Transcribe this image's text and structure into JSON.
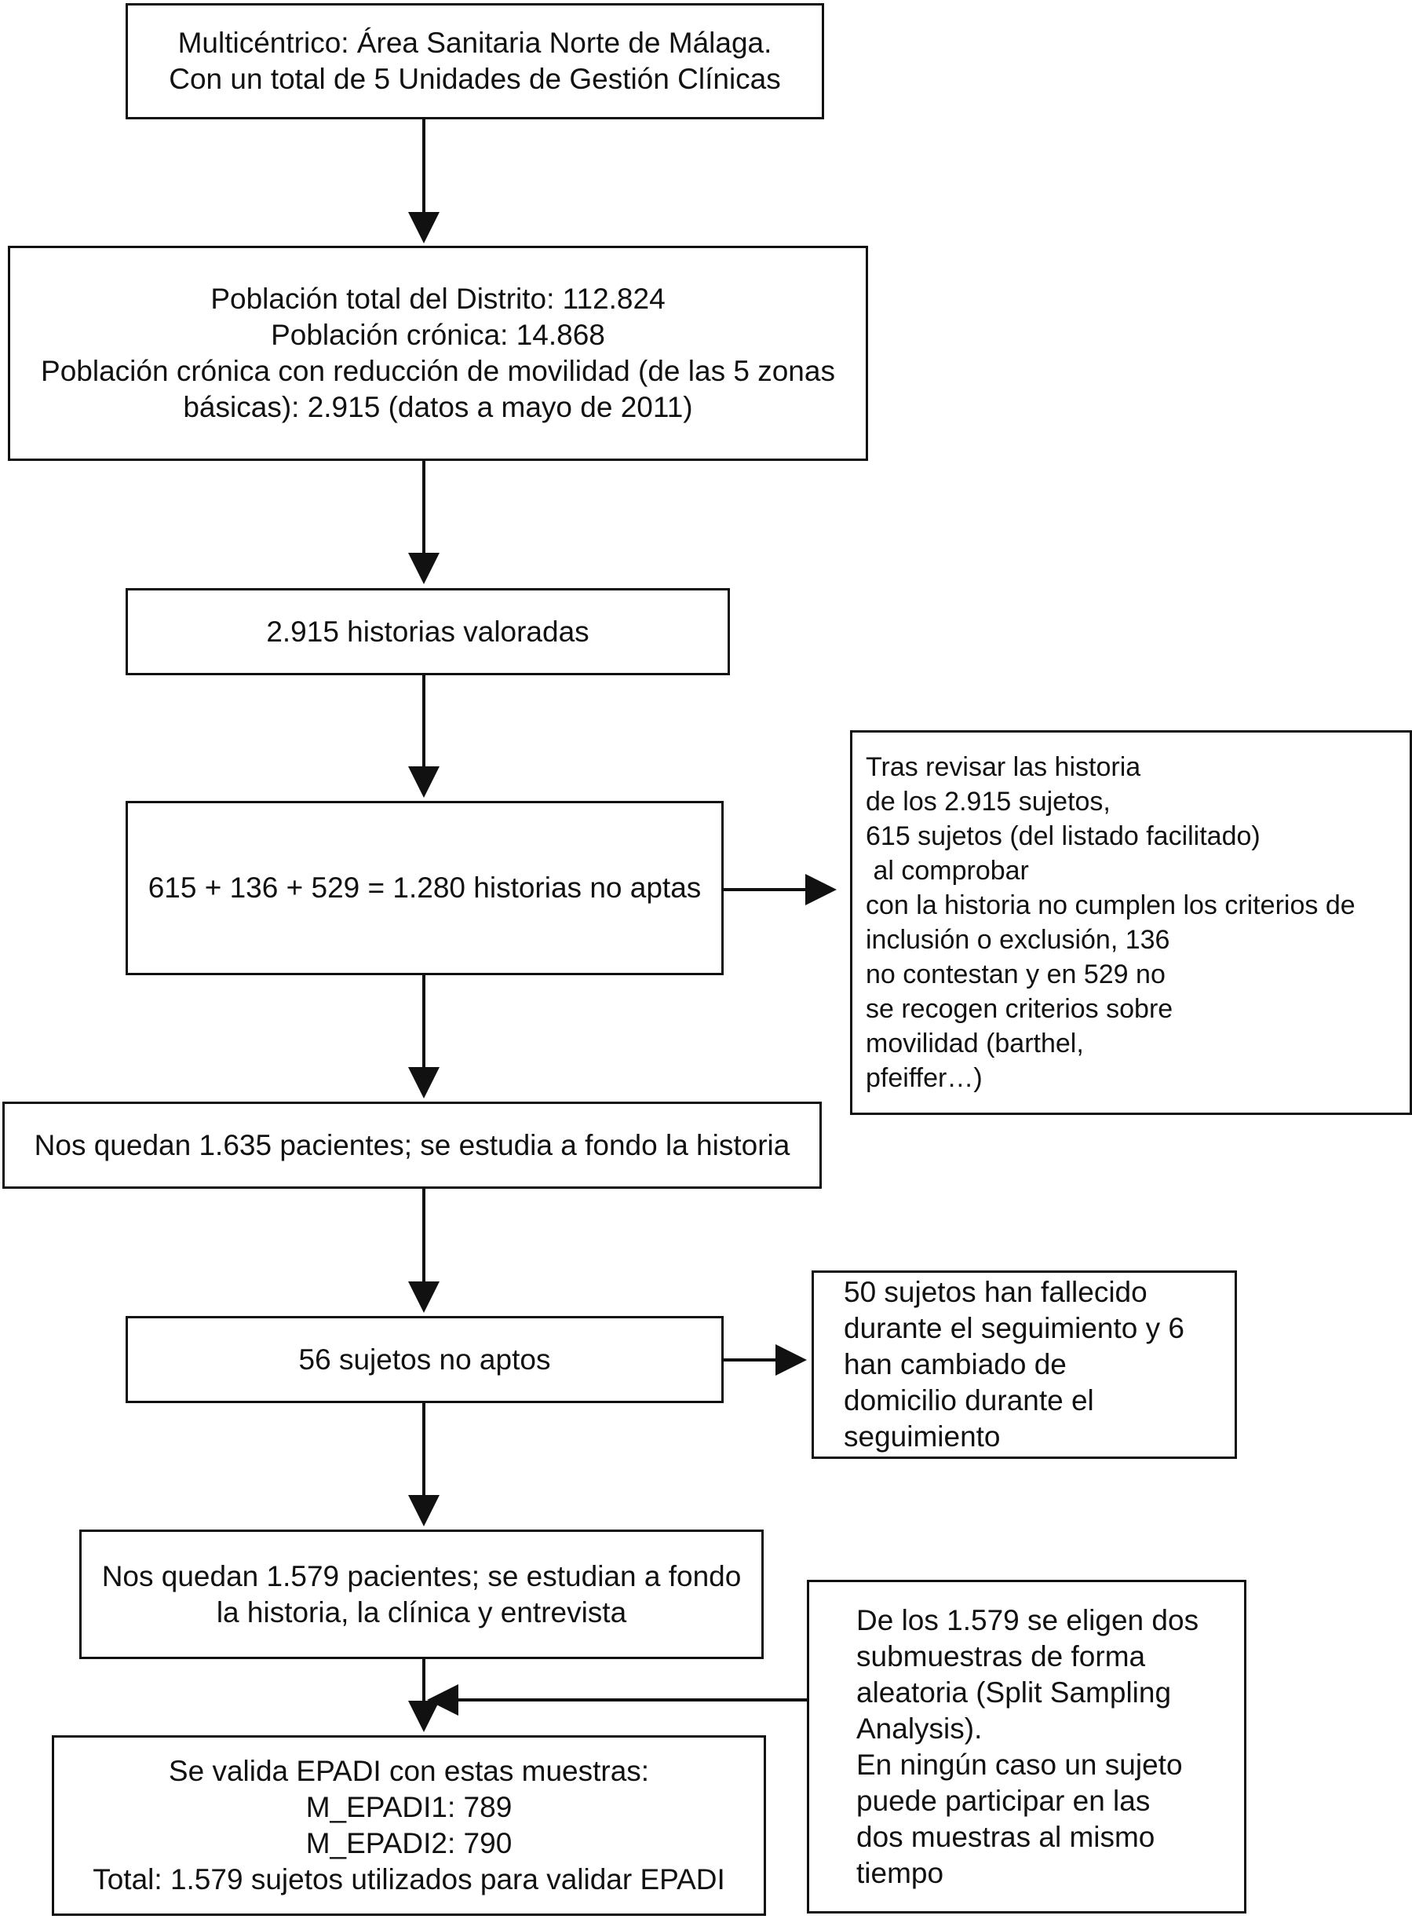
{
  "boxes": {
    "b1": [
      "Multicéntrico: Área Sanitaria Norte de Málaga.",
      "Con un total de 5 Unidades de Gestión Clínicas"
    ],
    "b2": [
      "Población total del Distrito: 112.824",
      "Población crónica: 14.868",
      "Población crónica con reducción de movilidad (de las 5 zonas",
      "básicas): 2.915 (datos a mayo de 2011)"
    ],
    "b3": [
      "2.915 historias valoradas"
    ],
    "b4": [
      "615 + 136 + 529 = 1.280 historias no aptas"
    ],
    "b5": [
      "Tras revisar las historia",
      "de los 2.915 sujetos,",
      "615 sujetos (del listado facilitado)",
      " al comprobar",
      "con la historia no cumplen los criterios de",
      "inclusión o exclusión, 136",
      "no contestan y en 529 no",
      "se recogen criterios sobre",
      "movilidad (barthel,",
      "pfeiffer…)"
    ],
    "b6": [
      "Nos quedan 1.635 pacientes; se estudia a fondo la historia"
    ],
    "b7": [
      "56 sujetos no aptos"
    ],
    "b8": [
      "50 sujetos han fallecido",
      "durante el seguimiento y 6",
      "han cambiado de",
      "domicilio durante el",
      "seguimiento"
    ],
    "b9": [
      "Nos quedan 1.579 pacientes; se estudian a fondo",
      "la historia, la clínica y entrevista"
    ],
    "b10": [
      "De los 1.579 se eligen dos",
      "submuestras de forma",
      "aleatoria (Split Sampling",
      "Analysis).",
      "En ningún caso un sujeto",
      "puede participar en las",
      "dos muestras al mismo",
      "tiempo"
    ],
    "b11": [
      "Se valida EPADI con estas muestras:",
      "M_EPADI1: 789",
      "M_EPADI2: 790",
      "Total: 1.579 sujetos utilizados para validar EPADI"
    ]
  }
}
